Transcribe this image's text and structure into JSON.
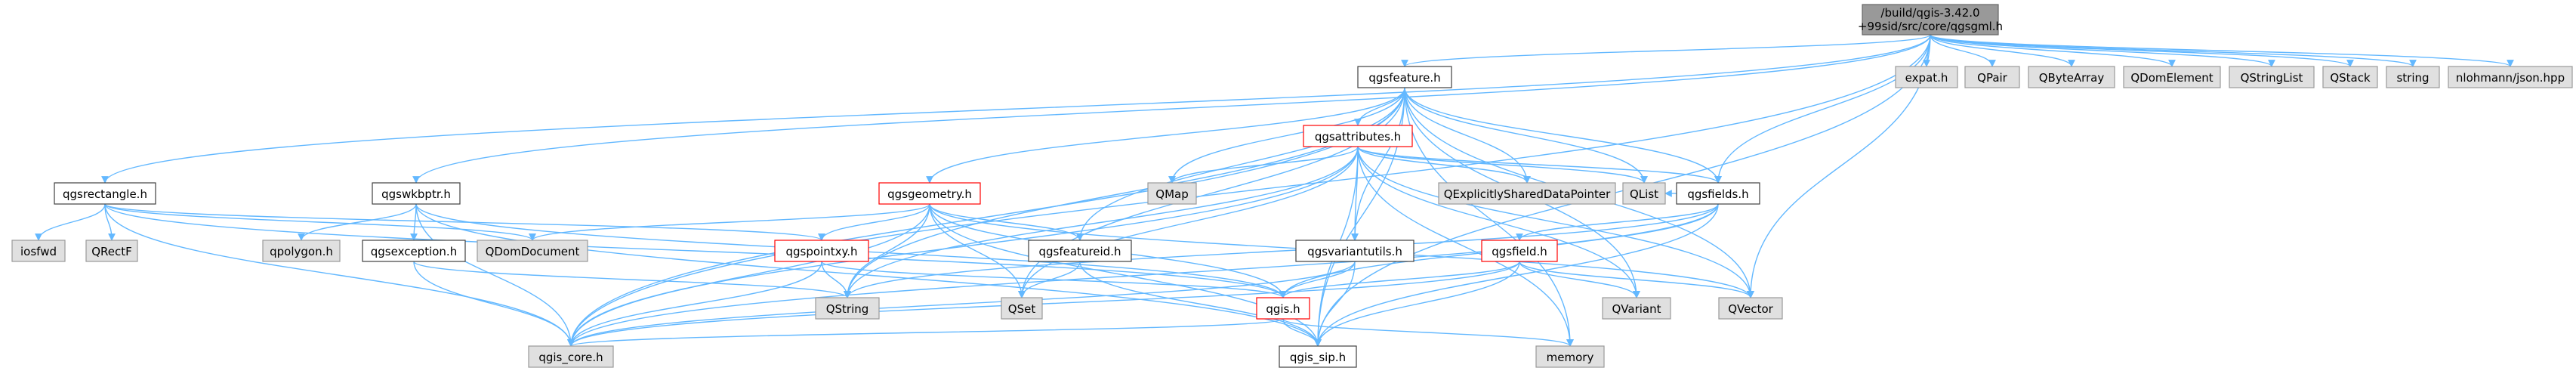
{
  "colors": {
    "edge": "#63b8ff",
    "border_default": "#404040",
    "border_root": "#666666",
    "border_error": "#ff0000",
    "fill_root": "#999999",
    "fill_external": "#e0e0e0",
    "fill_internal": "#ffffff"
  },
  "graph": {
    "root": [
      "/build/qgis-3.42.0",
      "+99sid/src/core/qgsgml.h"
    ],
    "nodes": {
      "expat": "expat.h",
      "qpair": "QPair",
      "qbytearray": "QByteArray",
      "qdomelement": "QDomElement",
      "qstringlist": "QStringList",
      "qstack": "QStack",
      "string": "string",
      "nlohmann": "nlohmann/json.hpp",
      "qgsfeature": "qgsfeature.h",
      "qgsattributes": "qgsattributes.h",
      "qgsrectangle": "qgsrectangle.h",
      "qgswkbptr": "qgswkbptr.h",
      "qgsgeometry": "qgsgeometry.h",
      "qmap": "QMap",
      "qexplicit": "QExplicitlySharedDataPointer",
      "qlist": "QList",
      "qgsfields": "qgsfields.h",
      "iosfwd": "iosfwd",
      "qrectf": "QRectF",
      "qpolygon": "qpolygon.h",
      "qgsexception": "qgsexception.h",
      "qdomdocument": "QDomDocument",
      "qgspointxy": "qgspointxy.h",
      "qgsfeatureid": "qgsfeatureid.h",
      "qgsvariantutils": "qgsvariantutils.h",
      "qgsfield": "qgsfield.h",
      "qvariant": "QVariant",
      "qvector": "QVector",
      "qstring": "QString",
      "qset": "QSet",
      "qgis": "qgis.h",
      "qgiscore": "qgis_core.h",
      "qgissip": "qgis_sip.h",
      "memory": "memory"
    }
  }
}
